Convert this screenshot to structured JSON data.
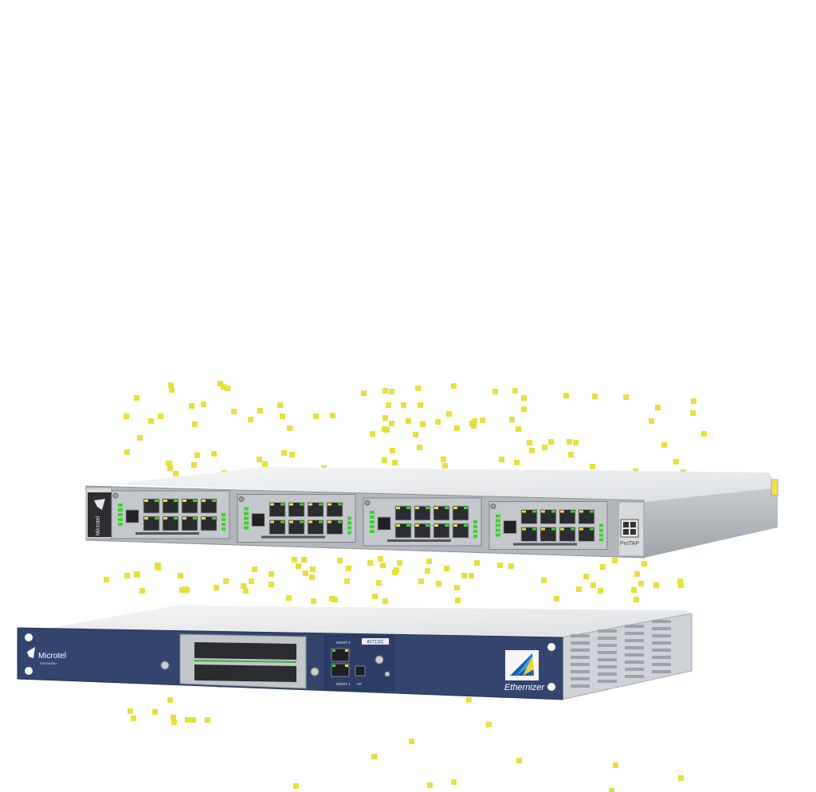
{
  "colors": {
    "background": "#ffffff",
    "dots": "#e9e03a",
    "chassis_grey": "#aeb3b8",
    "chassis_top": "#e9ebed",
    "panel_blue": "#33456f",
    "led_green": "#39d62b",
    "led_yellow": "#e6e23a"
  },
  "upper_device": {
    "brand_logo": "Microtel",
    "model_label": "ProTAP",
    "module_count": 4
  },
  "lower_device": {
    "brand_logo": "Microtel",
    "brand_sub": "Innovation",
    "port_label_top": "MGMT 2",
    "port_label_bottom": "MGMT 1",
    "console_label": "CP",
    "card_label": "INT1SC",
    "product_logo": "Ethernizer"
  }
}
